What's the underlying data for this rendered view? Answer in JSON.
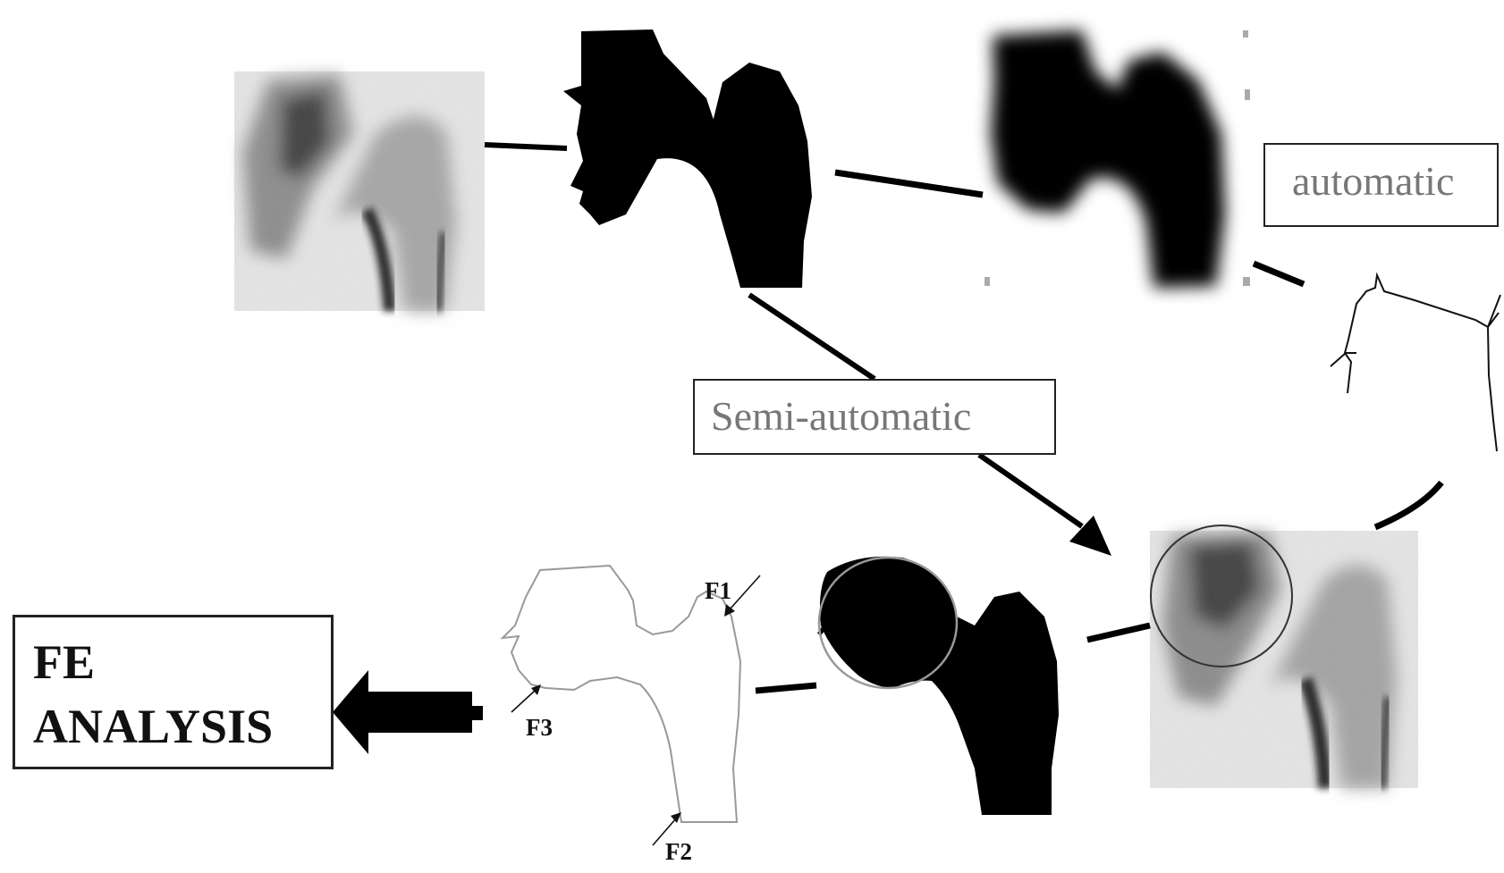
{
  "labels": {
    "automatic": "automatic",
    "semi_automatic": "Semi-automatic",
    "fe_line1": "FE",
    "fe_line2": "ANALYSIS"
  },
  "features": {
    "f1": "F1",
    "f2": "F2",
    "f3": "F3"
  },
  "colors": {
    "box_text": "#777777",
    "fe_text": "#111111",
    "silhouette": "#000000",
    "xray_background": "#e4e4e4",
    "xray_bone": "#9a9a9a"
  }
}
